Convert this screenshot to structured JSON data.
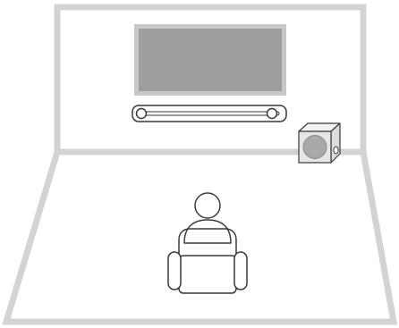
{
  "diagram": {
    "colors": {
      "wall_outline": "#d3d3d3",
      "tv_screen": "#9e9e9e",
      "tv_frame": "#c8c8c8",
      "device_outline": "#3a3a3a",
      "device_fill": "#ffffff",
      "subwoofer_fill": "#e6e6e6",
      "subwoofer_cone": "#a9a9a9",
      "background": "#ffffff"
    },
    "elements": [
      "tv",
      "soundbar",
      "subwoofer",
      "listener",
      "armchair"
    ]
  }
}
